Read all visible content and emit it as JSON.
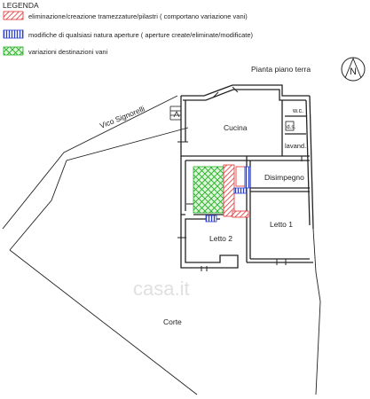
{
  "legend": {
    "title": "LEGENDA",
    "items": [
      {
        "key": "demolition",
        "label": "eliminazione/creazione tramezzature/pilastri  ( comportano variazione vani)",
        "color": "#e03030"
      },
      {
        "key": "openings",
        "label": "modifiche di qualsiasi natura aperture  ( aperture create/eliminate/modificate)",
        "color": "#2a3fd0"
      },
      {
        "key": "use_change",
        "label": "variazioni destinazioni vani",
        "color": "#22b022"
      }
    ]
  },
  "plan": {
    "title": "Pianta piano terra",
    "street": "Vico Signorelli",
    "courtyard": "Corte",
    "rooms": {
      "kitchen": "Cucina",
      "wc": "w.c.",
      "ds": "d.s.",
      "lavand": "lavand.",
      "hall": "Disimpegno",
      "bed1": "Letto 1",
      "bed2": "Letto 2"
    },
    "north_symbol": "N"
  },
  "watermark": "casa.it",
  "colors": {
    "line": "#222222",
    "red": "#e03030",
    "blue": "#2a3fd0",
    "green": "#22b022"
  }
}
